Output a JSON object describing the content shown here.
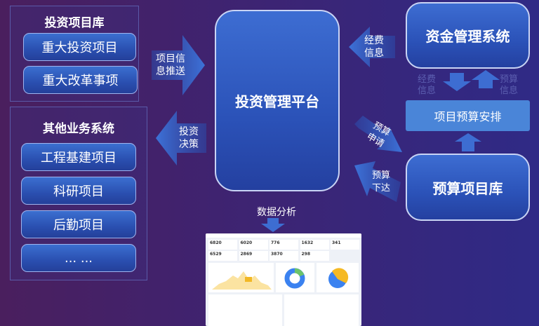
{
  "left_top": {
    "title": "投资项目库",
    "items": [
      "重大投资项目",
      "重大改革事项"
    ]
  },
  "left_bottom": {
    "title": "其他业务系统",
    "items": [
      "工程基建项目",
      "科研项目",
      "后勤项目",
      "... ..."
    ]
  },
  "arrows": {
    "push": "项目信息推送",
    "decision": "投资决策",
    "funds_info": "经费信息",
    "funds_info_small": "经费信息",
    "budget_info_small": "预算信息",
    "budget_apply": "预算申请",
    "budget_issue": "预算下达",
    "analysis": "数据分析"
  },
  "center": {
    "title": "投资管理平台"
  },
  "right": {
    "funds_system": "资金管理系统",
    "budget_arrange": "项目预算安排",
    "budget_library": "预算项目库"
  },
  "dashboard": {
    "stats": [
      "6820",
      "6020",
      "776",
      "1632",
      "341",
      "6529",
      "2869",
      "3870",
      "298"
    ]
  },
  "colors": {
    "accent": "#2b52b8",
    "bg_left": "#4a1f5e",
    "bg_right": "#2f2a86"
  }
}
